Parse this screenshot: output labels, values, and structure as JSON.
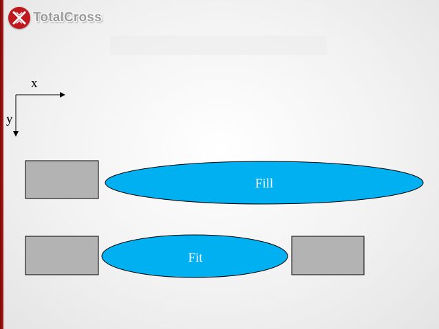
{
  "logo": {
    "text": "TotalCross"
  },
  "axes": {
    "x_label": "x",
    "y_label": "y"
  },
  "shapes": {
    "fill_label": "Fill",
    "fit_label": "Fit"
  },
  "colors": {
    "ellipse_fill": "#00b0f0",
    "box_fill": "#b3b3b3",
    "brand_red": "#c0181f"
  }
}
